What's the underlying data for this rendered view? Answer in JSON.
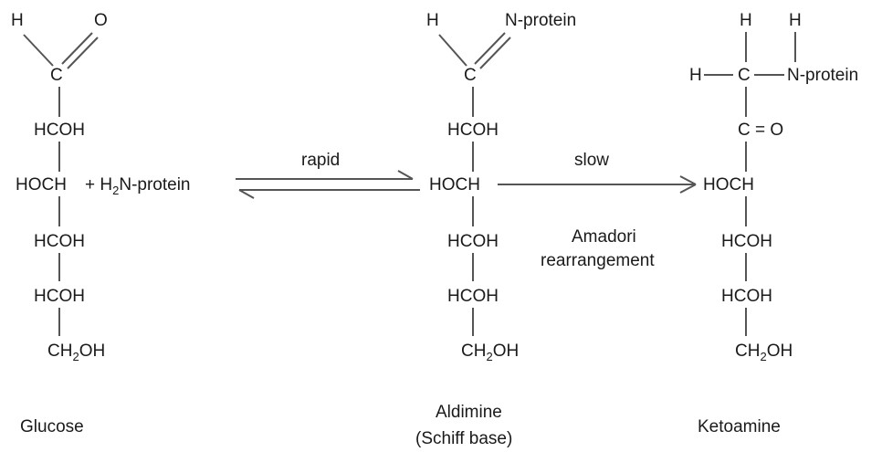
{
  "glucose": {
    "h": "H",
    "o": "O",
    "c": "C",
    "rows": [
      "HCOH",
      "HOCH",
      "HCOH",
      "HCOH"
    ],
    "plus_reagent": "+ H",
    "reagent_sub": "2",
    "reagent_rest": "N-protein",
    "ch2oh_a": "CH",
    "ch2oh_sub": "2",
    "ch2oh_b": "OH",
    "label": "Glucose"
  },
  "step1": {
    "label": "rapid"
  },
  "aldimine": {
    "h": "H",
    "n_protein": "N-protein",
    "c": "C",
    "rows": [
      "HCOH",
      "HOCH",
      "HCOH",
      "HCOH"
    ],
    "ch2oh_a": "CH",
    "ch2oh_sub": "2",
    "ch2oh_b": "OH",
    "label_line1": "Aldimine",
    "label_line2": "(Schiff base)"
  },
  "step2": {
    "label": "slow",
    "note_line1": "Amadori",
    "note_line2": "rearrangement"
  },
  "ketoamine": {
    "h_top1": "H",
    "h_top2": "H",
    "h_left": "H",
    "c_top": "C",
    "n_protein": "N-protein",
    "c_keto": "C = O",
    "rows": [
      "HOCH",
      "HCOH",
      "HCOH"
    ],
    "ch2oh_a": "CH",
    "ch2oh_sub": "2",
    "ch2oh_b": "OH",
    "label": "Ketoamine"
  }
}
